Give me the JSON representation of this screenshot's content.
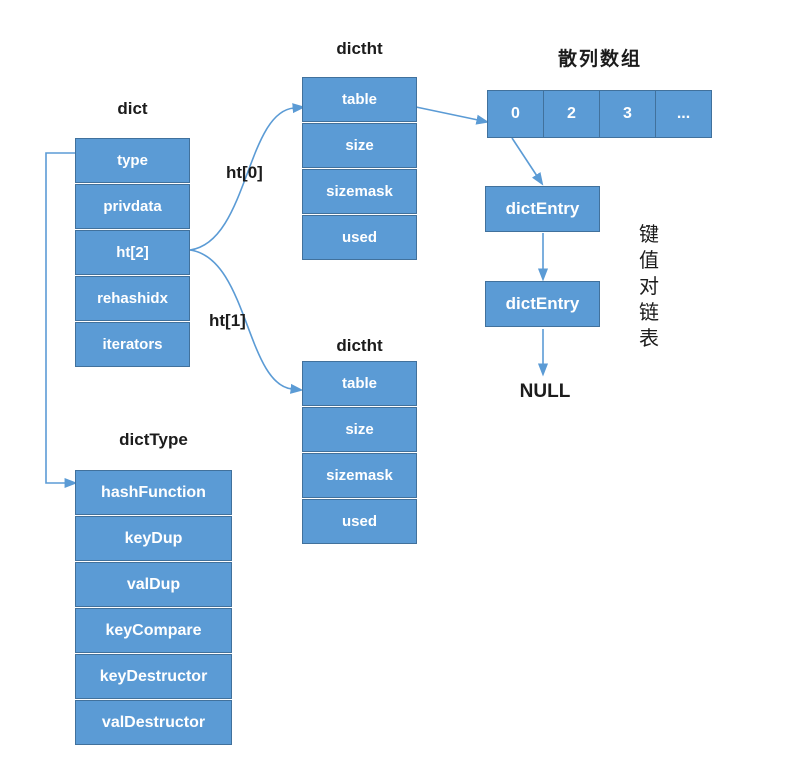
{
  "diagram": {
    "colors": {
      "box_fill": "#5b9bd5",
      "box_border": "#41719c",
      "arrow": "#5b9bd5",
      "text_light": "#ffffff",
      "text_dark": "#1c1c1c"
    },
    "dict": {
      "title": "dict",
      "fields": [
        "type",
        "privdata",
        "ht[2]",
        "rehashidx",
        "iterators"
      ]
    },
    "dictht_top": {
      "title": "dictht",
      "fields": [
        "table",
        "size",
        "sizemask",
        "used"
      ]
    },
    "dictht_bottom": {
      "title": "dictht",
      "fields": [
        "table",
        "size",
        "sizemask",
        "used"
      ]
    },
    "hash_array": {
      "title": "散列数组",
      "cells": [
        "0",
        "2",
        "3",
        "..."
      ]
    },
    "entries": {
      "first": "dictEntry",
      "second": "dictEntry"
    },
    "null_label": "NULL",
    "chain_label": "键值对链表",
    "edge_labels": {
      "ht0": "ht[0]",
      "ht1": "ht[1]"
    },
    "dict_type": {
      "title": "dictType",
      "fields": [
        "hashFunction",
        "keyDup",
        "valDup",
        "keyCompare",
        "keyDestructor",
        "valDestructor"
      ]
    }
  }
}
